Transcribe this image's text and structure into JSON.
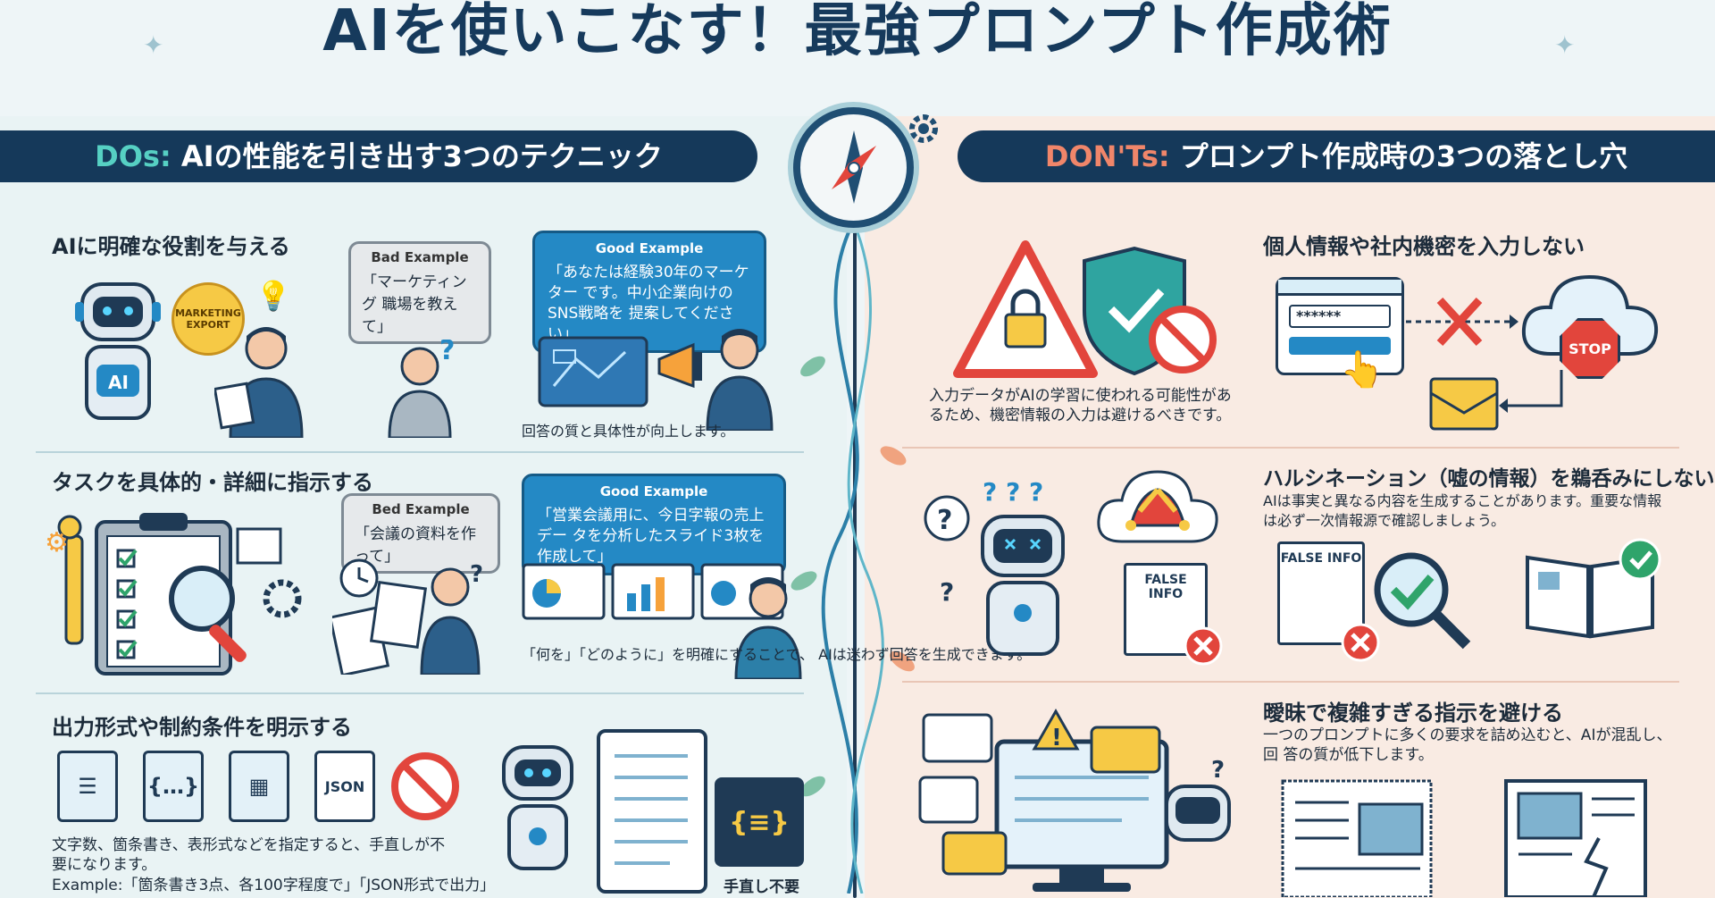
{
  "title": "AIを使いこなす！最強プロンプト作成術",
  "dos": {
    "prefix": "DOs:",
    "heading": " AIの性能を引き出す3つのテクニック",
    "items": [
      {
        "title": "AIに明確な役割を与える",
        "badge": "MARKETING EXPORT",
        "robot_label": "AI",
        "bad_tag": "Bad Example",
        "bad_text": "「マーケティング 職場を教えて」",
        "good_tag": "Good Example",
        "good_text": "「あなたは経験30年のマーケター です。中小企業向けのSNS戦略を 提案してください」",
        "desc": "回答の質と具体性が向上します。"
      },
      {
        "title": "タスクを具体的・詳細に指示する",
        "bad_tag": "Bed Example",
        "bad_text": "「会議の資料を作って」",
        "good_tag": "Good Example",
        "good_text": "「営業会議用に、今日字報の売上デー タを分析したスライド3枚を作成して」",
        "desc": "「何を」「どのように」を明確にすることで、 AIは迷わず回答を生成できます。"
      },
      {
        "title": "出力形式や制約条件を明示する",
        "json_label": "JSON",
        "desc": "文字数、箇条書き、表形式などを指定すると、手直しが不 要になります。",
        "example": "Example:「箇条書き3点、各100字程度で」「JSON形式で出力」",
        "no_fix": "手直し不要"
      }
    ]
  },
  "donts": {
    "prefix": "DON'Ts:",
    "heading": " プロンプト作成時の3つの落とし穴",
    "items": [
      {
        "title": "個人情報や社内機密を入力しない",
        "desc": "入力データがAIの学習に使われる可能性があ るため、機密情報の入力は避けるべきです。",
        "password": "******",
        "stop": "STOP"
      },
      {
        "title": "ハルシネーション（嘘の情報）を鵜呑みにしない",
        "desc": "AIは事実と異なる内容を生成することがあります。重要な情報 は必ず一次情報源で確認しましょう。",
        "false_info": "FALSE INFO"
      },
      {
        "title": "曖昧で複雑すぎる指示を避ける",
        "desc": "一つのプロンプトに多くの要求を詰め込むと、AIが混乱し、回 答の質が低下します。"
      }
    ]
  },
  "colors": {
    "navy": "#15395a",
    "do_accent": "#56d0c3",
    "dont_accent": "#f0866a",
    "good_blue": "#2489c5",
    "error_red": "#e2453c",
    "ok_green": "#2fa46b"
  }
}
